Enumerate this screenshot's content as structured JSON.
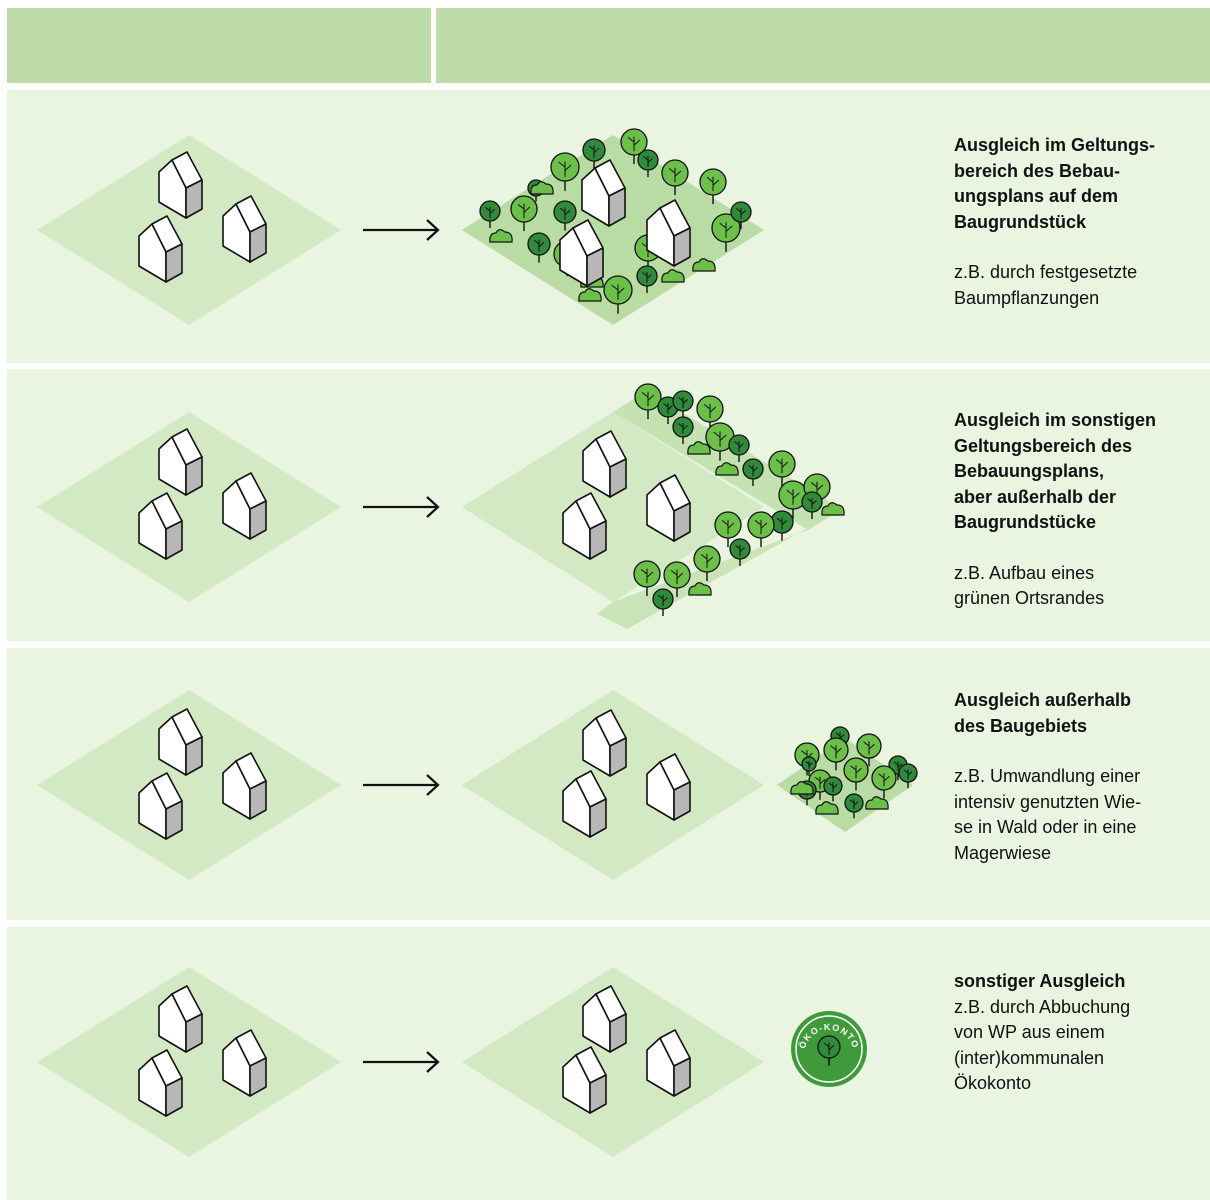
{
  "header": {
    "left": "",
    "right": ""
  },
  "rows": [
    {
      "title": "Ausgleich im Geltungs-\nbereich des Bebau-\nungsplans auf dem\nBaugrundstück",
      "example": "z.B. durch festgesetzte\nBaumpflanzungen"
    },
    {
      "title": "Ausgleich im sonstigen\nGeltungsbereich des\nBebauungsplans,\naber außerhalb der\nBaugrundstücke",
      "example": "z.B. Aufbau eines\ngrünen Ortsrandes"
    },
    {
      "title": "Ausgleich außerhalb\ndes Baugebiets",
      "example": "z.B. Umwandlung einer\nintensiv genutzten Wie-\nse in Wald oder in eine\nMagerwiese"
    },
    {
      "title": "sonstiger Ausgleich",
      "example": "z.B. durch Abbuchung\nvon WP aus einem\n(inter)kommunalen\nÖkokonto"
    }
  ],
  "badge": {
    "text": "ÖKO-KONTO"
  },
  "colors": {
    "header": "#bddca9",
    "row_bg": "#e9f4e1",
    "ground": "#d2e9c3",
    "ground_planted": "#b9dca4",
    "tree_light": "#6cc04a",
    "tree_dark": "#2f8a3a",
    "badge": "#3f9a3a"
  }
}
